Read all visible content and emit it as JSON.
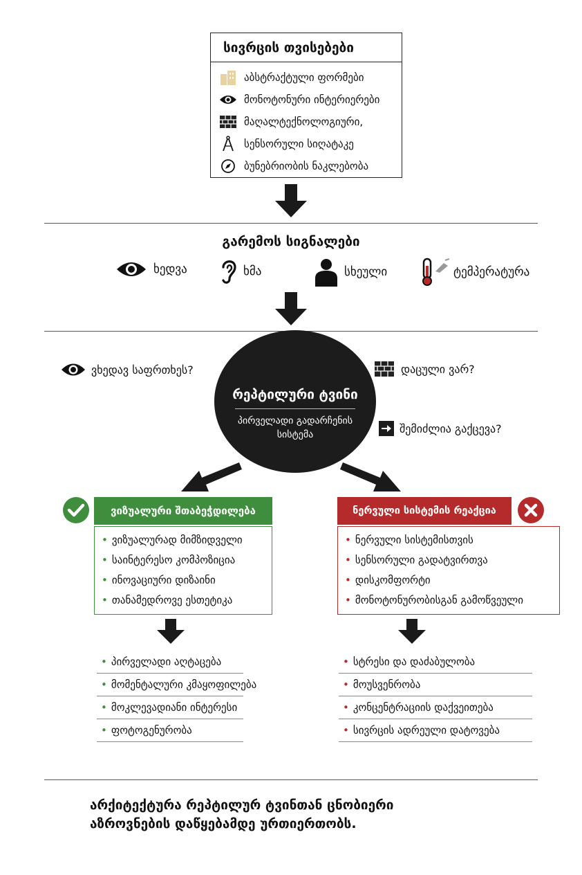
{
  "properties": {
    "title": "სივრცის თვისებები",
    "items": [
      {
        "icon": "building-icon",
        "label": "აბსტრაქტული ფორმები"
      },
      {
        "icon": "eye-icon",
        "label": "მონოტონური ინტერიერები"
      },
      {
        "icon": "brick-wall-icon",
        "label": "მაღალტექნოლოგიური,"
      },
      {
        "icon": "compass-drawing-icon",
        "label": "სენსორული სიღატაკე"
      },
      {
        "icon": "navigation-compass-icon",
        "label": "ბუნებრიობის ნაკლებობა"
      }
    ]
  },
  "signals": {
    "title": "გარემოს სიგნალები",
    "items": [
      {
        "icon": "eye-icon",
        "label": "ხედვა"
      },
      {
        "icon": "ear-icon",
        "label": "ხმა"
      },
      {
        "icon": "person-icon",
        "label": "სხეული"
      },
      {
        "icon": "thermometer-icon",
        "label": "ტემპერატურა"
      }
    ]
  },
  "brain": {
    "title": "რეპტილური ტვინი",
    "subtitle": "პირველადი გადარჩენის სისტემა",
    "questions": {
      "danger": "ვხედავ საფრთხეს?",
      "protected": "დაცული ვარ?",
      "escape": "შემიძლია გაქცევა?"
    }
  },
  "positive": {
    "header": "ვიზუალური შთაბეჭდილება",
    "color": "#3e8e3e",
    "items": [
      "ვიზუალურად მიმზიდველი",
      "საინტერესო კომპოზიცია",
      "ინოვაციური დიზაინი",
      "თანამედროვე ესთეტიკა"
    ],
    "outcomes": [
      "პირველადი აღტაცება",
      "მომენტალური კმაყოფილება",
      "მოკლევადიანი ინტერესი",
      "ფოტოგენურობა"
    ]
  },
  "negative": {
    "header": "ნერვული სისტემის რეაქცია",
    "color": "#b52a2a",
    "items": [
      "ნერვული სისტემისთვის",
      "სენსორული გადატვირთვა",
      "დისკომფორტი",
      "მონოტონურობისგან გამოწვეული"
    ],
    "outcomes": [
      "სტრესი და დაძაბულობა",
      "მოუსვენრობა",
      "კონცენტრაციის დაქვეითება",
      "სივრცის ადრეული დატოვება"
    ]
  },
  "footer": {
    "line1": "არქიტექტურა რეპტილურ ტვინთან ცნობიერი",
    "line2": "აზროვნების დაწყებამდე ურთიერთობს."
  }
}
